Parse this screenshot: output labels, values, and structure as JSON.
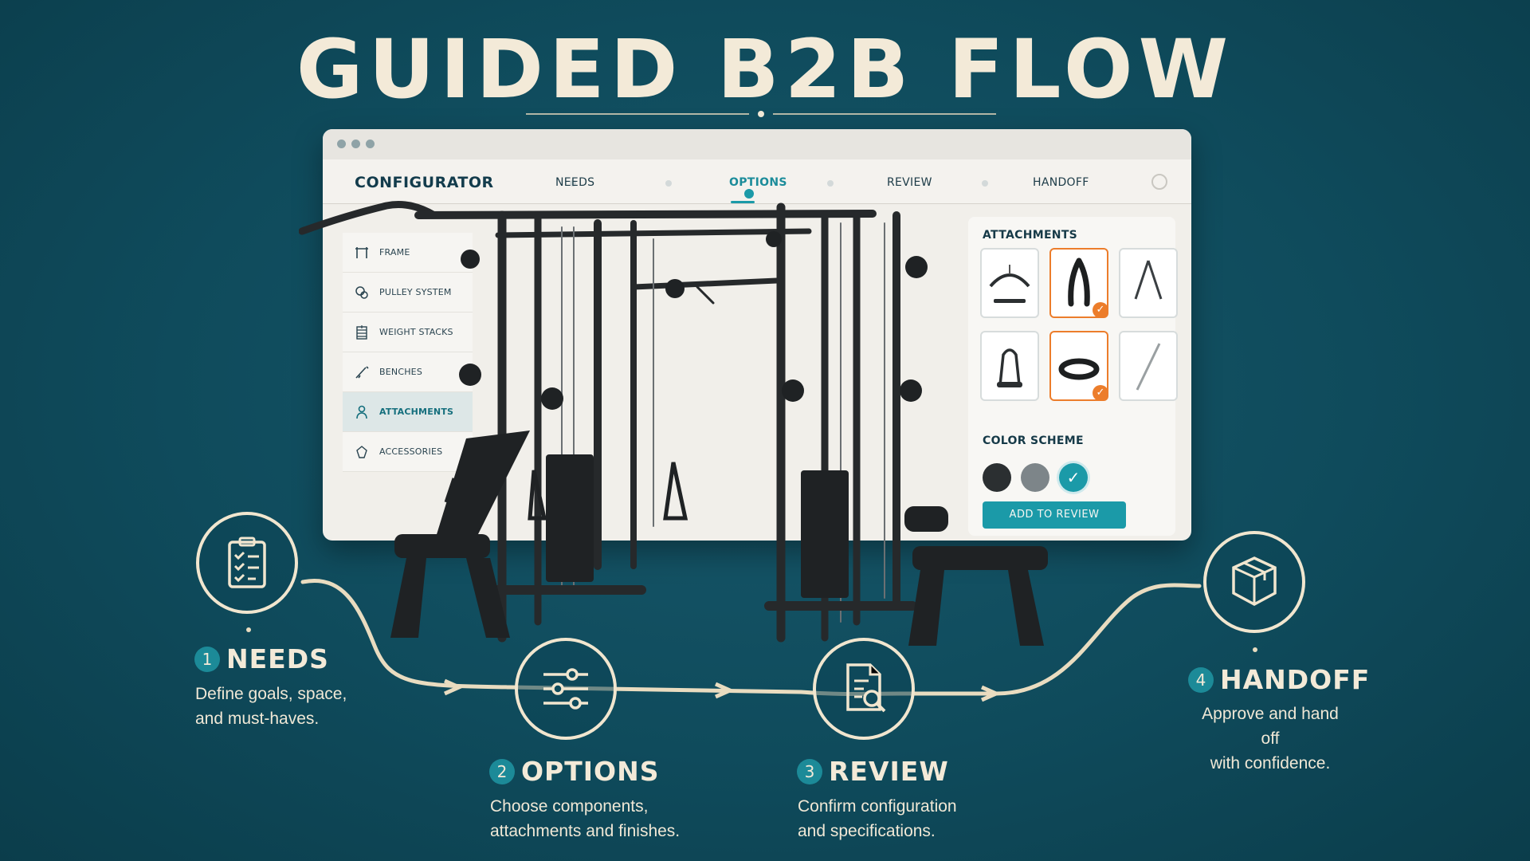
{
  "title": "GUIDED B2B FLOW",
  "window": {
    "brand": "CONFIGURATOR",
    "tabs": [
      {
        "label": "NEEDS",
        "active": false
      },
      {
        "label": "OPTIONS",
        "active": true
      },
      {
        "label": "REVIEW",
        "active": false
      },
      {
        "label": "HANDOFF",
        "active": false
      }
    ],
    "sidebar": [
      {
        "label": "FRAME",
        "icon": "frame-icon",
        "active": false
      },
      {
        "label": "PULLEY SYSTEM",
        "icon": "pulley-icon",
        "active": false
      },
      {
        "label": "WEIGHT STACKS",
        "icon": "weight-stack-icon",
        "active": false
      },
      {
        "label": "BENCHES",
        "icon": "bench-icon",
        "active": false
      },
      {
        "label": "ATTACHMENTS",
        "icon": "attachment-icon",
        "active": true
      },
      {
        "label": "ACCESSORIES",
        "icon": "accessories-icon",
        "active": false
      }
    ],
    "panel": {
      "attachments_heading": "ATTACHMENTS",
      "attachments": [
        {
          "icon": "lat-bar-icon",
          "selected": false
        },
        {
          "icon": "tricep-rope-icon",
          "selected": true
        },
        {
          "icon": "v-bar-icon",
          "selected": false
        },
        {
          "icon": "stirrup-handle-icon",
          "selected": false
        },
        {
          "icon": "ankle-strap-icon",
          "selected": true
        },
        {
          "icon": "straight-bar-icon",
          "selected": false
        }
      ],
      "color_heading": "COLOR SCHEME",
      "colors": [
        {
          "hex": "#2b2f31",
          "selected": false
        },
        {
          "hex": "#7d8589",
          "selected": false
        },
        {
          "hex": "#1b9aa8",
          "selected": true
        }
      ],
      "add_button": "ADD TO REVIEW"
    }
  },
  "steps": [
    {
      "num": "1",
      "title": "NEEDS",
      "desc": [
        "Define goals, space,",
        "and must-haves."
      ],
      "icon": "checklist-icon"
    },
    {
      "num": "2",
      "title": "OPTIONS",
      "desc": [
        "Choose components,",
        "attachments and finishes."
      ],
      "icon": "sliders-icon"
    },
    {
      "num": "3",
      "title": "REVIEW",
      "desc": [
        "Confirm configuration",
        "and specifications."
      ],
      "icon": "document-search-icon"
    },
    {
      "num": "4",
      "title": "HANDOFF",
      "desc": [
        "Approve and hand off",
        "with confidence."
      ],
      "icon": "package-icon"
    }
  ],
  "colors": {
    "background": "#0f4b5c",
    "accent": "#1b9aa8",
    "selection": "#ec7d2b",
    "cream": "#f3ead8"
  }
}
